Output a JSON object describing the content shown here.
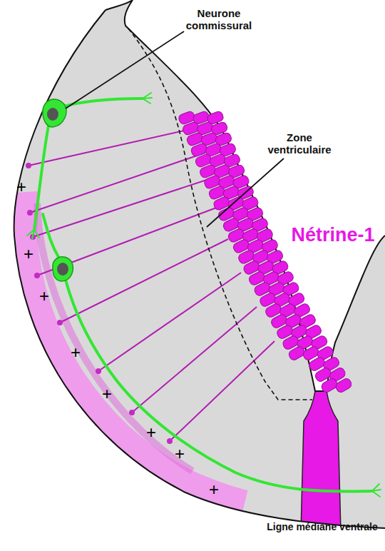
{
  "diagram": {
    "labels": [
      "Neurone commissural",
      "Zone ventriculaire",
      "Nétrine-1",
      "Ligne médiane ventrale",
      "+",
      "+",
      "+",
      "+",
      "+",
      "+",
      "+",
      "+"
    ]
  }
}
